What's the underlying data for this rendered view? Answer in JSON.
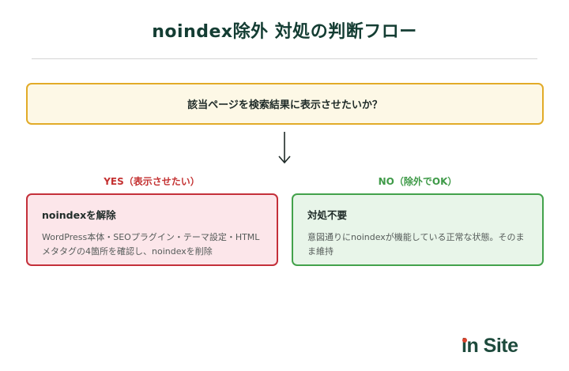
{
  "title": "noindex除外 対処の判断フロー",
  "question": "該当ページを検索結果に表示させたいか？",
  "branches": {
    "yes": {
      "label": "YES（表示させたい）",
      "card_title": "noindexを解除",
      "card_body": "WordPress本体・SEOプラグイン・テーマ設定・HTMLメタタグの4箇所を確認し、noindexを削除",
      "accent_color": "#c4303a"
    },
    "no": {
      "label": "NO（除外でOK）",
      "card_title": "対処不要",
      "card_body": "意図通りにnoindexが機能している正常な状態。そのまま維持",
      "accent_color": "#43a24b"
    }
  },
  "logo": {
    "text_prefix": "in",
    "text_suffix": " Site"
  },
  "colors": {
    "question_border": "#e2ab28",
    "question_bg": "#fdf8e6",
    "title": "#143d33",
    "logo": "#1d4a3c",
    "logo_dot": "#d9432c"
  },
  "icons": {
    "arrow": "arrow-down-icon"
  }
}
